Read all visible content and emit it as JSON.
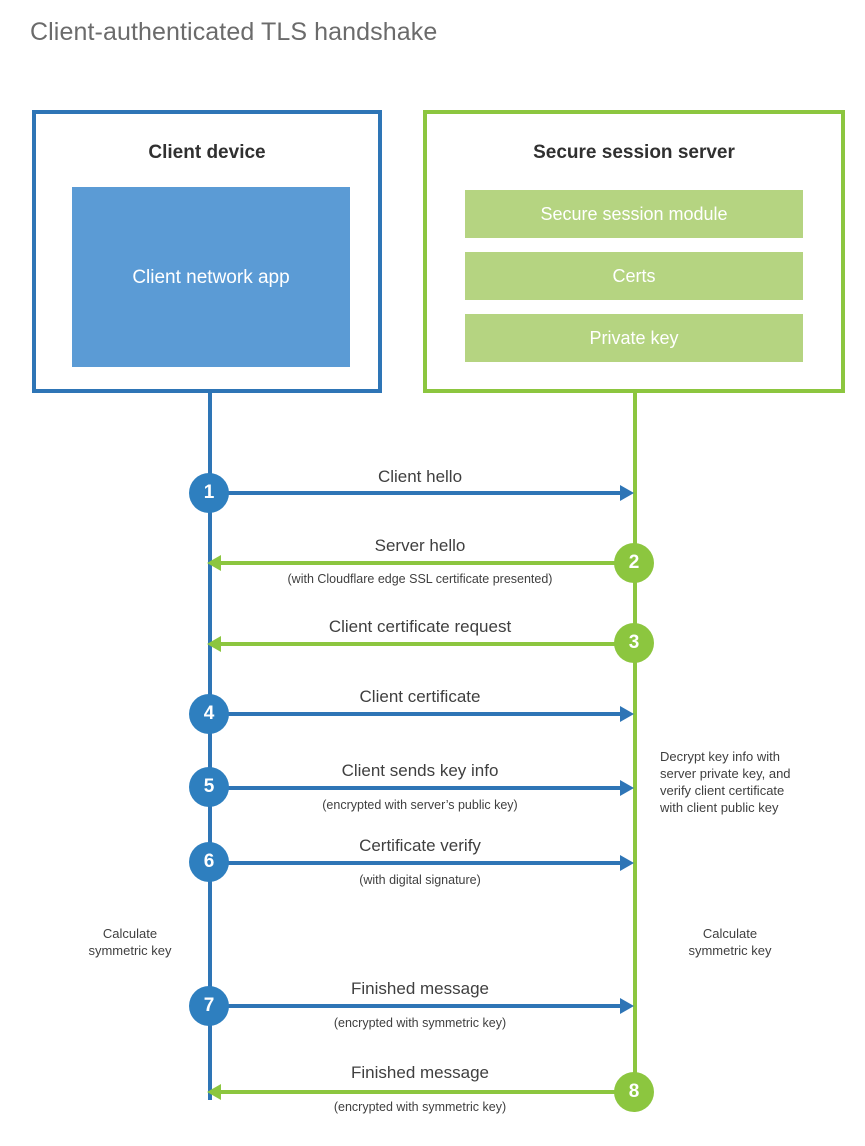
{
  "title": "Client-authenticated TLS handshake",
  "actors": {
    "client": {
      "title": "Client device",
      "app_label": "Client network app",
      "border_color": "#2e75b6",
      "app_fill": "#5b9bd5"
    },
    "server": {
      "title": "Secure session server",
      "border_color": "#8cc63f",
      "bar_fill": "#b5d481",
      "modules": [
        {
          "label": "Secure session module"
        },
        {
          "label": "Certs"
        },
        {
          "label": "Private key"
        }
      ]
    }
  },
  "colors": {
    "blue_line": "#2e75b6",
    "blue_circle": "#2e7fbf",
    "green_line": "#8cc63f",
    "green_circle": "#8cc63f",
    "text": "#3f3f3f",
    "title_text": "#6b6b6b"
  },
  "steps": [
    {
      "number": "1",
      "label": "Client hello",
      "sub": "",
      "direction": "client-to-server",
      "color": "blue"
    },
    {
      "number": "2",
      "label": "Server hello",
      "sub": "(with Cloudflare edge SSL certificate presented)",
      "direction": "server-to-client",
      "color": "green"
    },
    {
      "number": "3",
      "label": "Client certificate request",
      "sub": "",
      "direction": "server-to-client",
      "color": "green"
    },
    {
      "number": "4",
      "label": "Client certificate",
      "sub": "",
      "direction": "client-to-server",
      "color": "blue"
    },
    {
      "number": "5",
      "label": "Client sends key info",
      "sub": "(encrypted with server’s public key)",
      "direction": "client-to-server",
      "color": "blue"
    },
    {
      "number": "6",
      "label": "Certificate verify",
      "sub": "(with digital signature)",
      "direction": "client-to-server",
      "color": "blue"
    },
    {
      "number": "7",
      "label": "Finished message",
      "sub": "(encrypted with symmetric key)",
      "direction": "client-to-server",
      "color": "blue"
    },
    {
      "number": "8",
      "label": "Finished message",
      "sub": "(encrypted with symmetric key)",
      "direction": "server-to-client",
      "color": "green"
    }
  ],
  "notes": {
    "server_decrypt": "Decrypt key info with\nserver private key, and\nverify client certificate\nwith client public key",
    "client_calc": "Calculate\nsymmetric key",
    "server_calc": "Calculate\nsymmetric key"
  }
}
